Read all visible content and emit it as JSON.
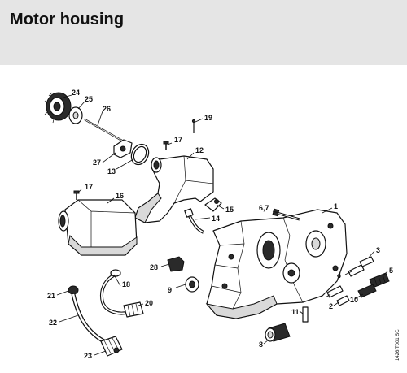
{
  "header": {
    "title": "Motor housing"
  },
  "callouts": [
    "24",
    "25",
    "26",
    "27",
    "13",
    "17",
    "12",
    "19",
    "17",
    "16",
    "15",
    "14",
    "6,7",
    "1",
    "28",
    "18",
    "9",
    "21",
    "22",
    "20",
    "23",
    "3",
    "4",
    "5",
    "2",
    "10",
    "11",
    "8"
  ],
  "drawing_code": "1426IT001 SC"
}
